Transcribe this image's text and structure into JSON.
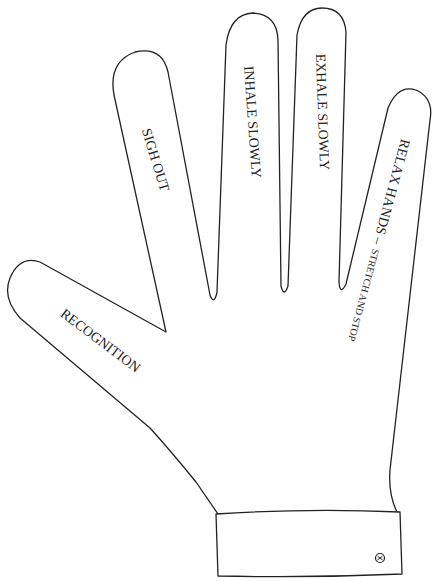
{
  "diagram": {
    "labels": [
      "RECOGNITION",
      "SIGH OUT",
      "INHALE SLOWLY",
      "EXHALE SLOWLY",
      "RELAX HANDS –",
      "STRETCH AND STOP"
    ]
  }
}
